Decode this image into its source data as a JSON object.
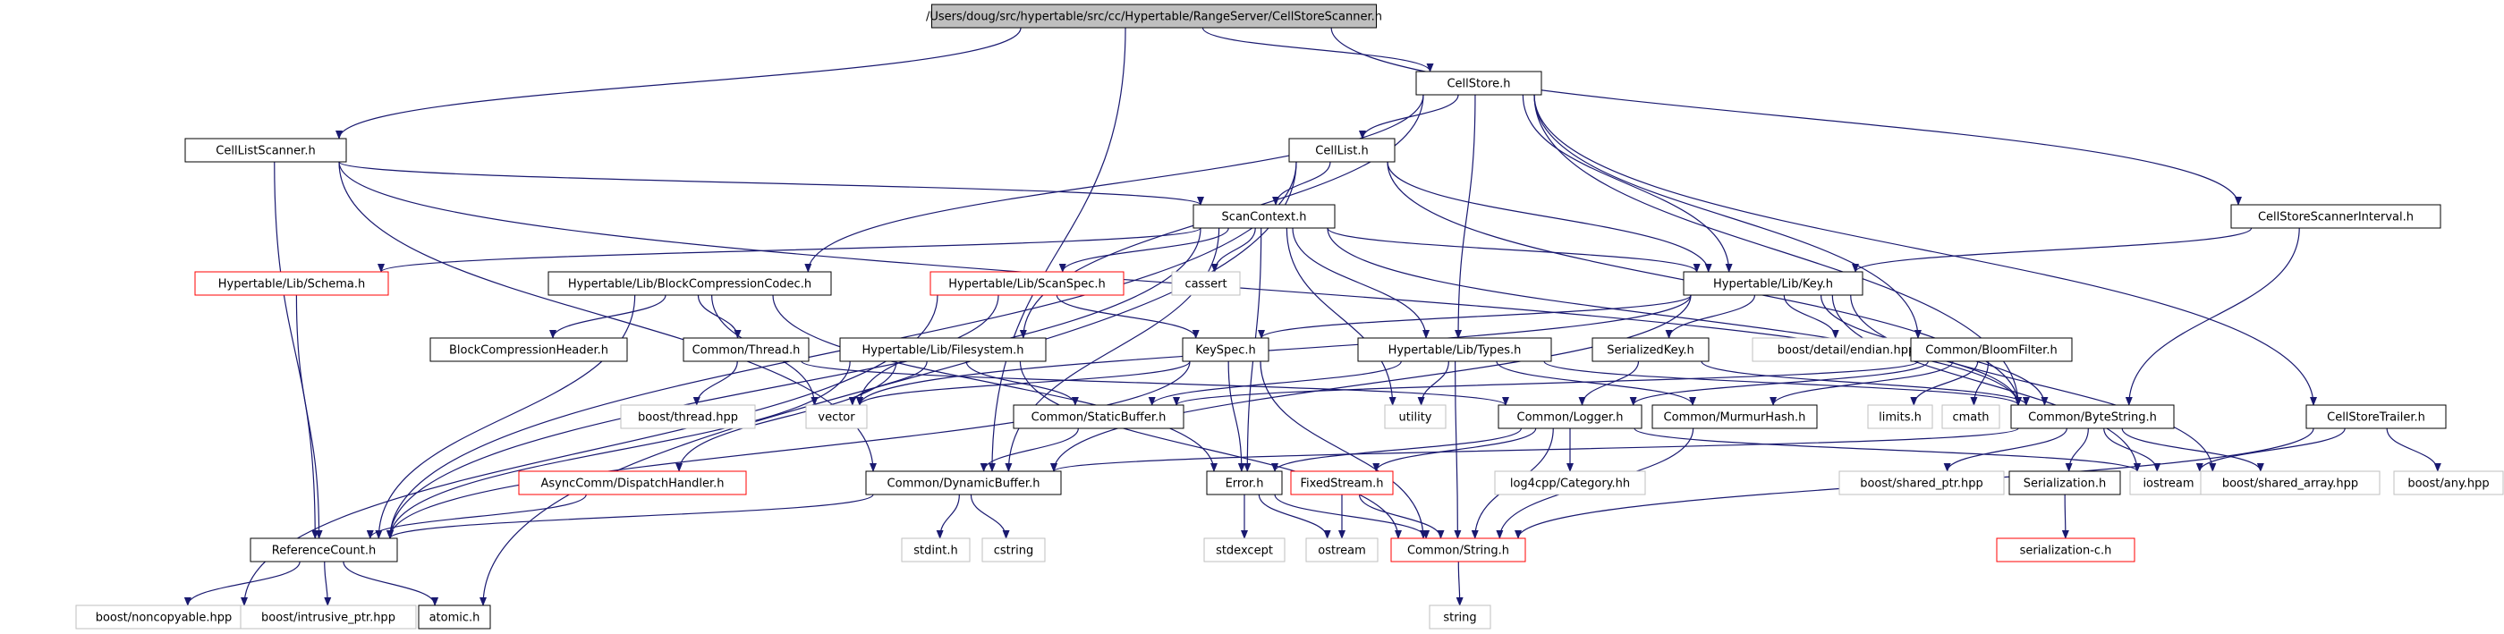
{
  "graph": {
    "colors": {
      "root_fill": "#bfbfbf",
      "normal_border": "#000000",
      "external_border": "#bfbfbf",
      "missing_border": "#ff0000",
      "edge": "#191970",
      "text": "#000000"
    },
    "nodes": [
      {
        "id": "root",
        "label": "/Users/doug/src/hypertable/src/cc/Hypertable/RangeServer/CellStoreScanner.h",
        "kind": "root"
      },
      {
        "id": "cellstore",
        "label": "CellStore.h",
        "kind": "normal"
      },
      {
        "id": "celllistscanner",
        "label": "CellListScanner.h",
        "kind": "normal"
      },
      {
        "id": "celllist",
        "label": "CellList.h",
        "kind": "normal"
      },
      {
        "id": "scancontext",
        "label": "ScanContext.h",
        "kind": "normal"
      },
      {
        "id": "cellstorescannerinterval",
        "label": "CellStoreScannerInterval.h",
        "kind": "normal"
      },
      {
        "id": "schema",
        "label": "Hypertable/Lib/Schema.h",
        "kind": "missing"
      },
      {
        "id": "blockcodec",
        "label": "Hypertable/Lib/BlockCompressionCodec.h",
        "kind": "normal"
      },
      {
        "id": "scanspec",
        "label": "Hypertable/Lib/ScanSpec.h",
        "kind": "missing"
      },
      {
        "id": "cassert",
        "label": "cassert",
        "kind": "external"
      },
      {
        "id": "key",
        "label": "Hypertable/Lib/Key.h",
        "kind": "normal"
      },
      {
        "id": "blockheader",
        "label": "BlockCompressionHeader.h",
        "kind": "normal"
      },
      {
        "id": "thread",
        "label": "Common/Thread.h",
        "kind": "normal"
      },
      {
        "id": "filesystem",
        "label": "Hypertable/Lib/Filesystem.h",
        "kind": "normal"
      },
      {
        "id": "keyspec",
        "label": "KeySpec.h",
        "kind": "normal"
      },
      {
        "id": "types",
        "label": "Hypertable/Lib/Types.h",
        "kind": "normal"
      },
      {
        "id": "serializedkey",
        "label": "SerializedKey.h",
        "kind": "normal"
      },
      {
        "id": "endian",
        "label": "boost/detail/endian.hpp",
        "kind": "external"
      },
      {
        "id": "bloomfilter",
        "label": "Common/BloomFilter.h",
        "kind": "normal"
      },
      {
        "id": "boostthread",
        "label": "boost/thread.hpp",
        "kind": "external"
      },
      {
        "id": "vector",
        "label": "vector",
        "kind": "external"
      },
      {
        "id": "staticbuffer",
        "label": "Common/StaticBuffer.h",
        "kind": "normal"
      },
      {
        "id": "utility",
        "label": "utility",
        "kind": "external"
      },
      {
        "id": "logger",
        "label": "Common/Logger.h",
        "kind": "normal"
      },
      {
        "id": "murmur",
        "label": "Common/MurmurHash.h",
        "kind": "normal"
      },
      {
        "id": "limits",
        "label": "limits.h",
        "kind": "external"
      },
      {
        "id": "cmath",
        "label": "cmath",
        "kind": "external"
      },
      {
        "id": "bytestring",
        "label": "Common/ByteString.h",
        "kind": "normal"
      },
      {
        "id": "cellstoretrailer",
        "label": "CellStoreTrailer.h",
        "kind": "normal"
      },
      {
        "id": "dispatchhandler",
        "label": "AsyncComm/DispatchHandler.h",
        "kind": "missing"
      },
      {
        "id": "dynamicbuffer",
        "label": "Common/DynamicBuffer.h",
        "kind": "normal"
      },
      {
        "id": "error",
        "label": "Error.h",
        "kind": "normal"
      },
      {
        "id": "fixedstream",
        "label": "FixedStream.h",
        "kind": "missing"
      },
      {
        "id": "log4cpp",
        "label": "log4cpp/Category.hh",
        "kind": "external"
      },
      {
        "id": "iostream",
        "label": "iostream",
        "kind": "external"
      },
      {
        "id": "sharedptr",
        "label": "boost/shared_ptr.hpp",
        "kind": "external"
      },
      {
        "id": "serialization",
        "label": "Serialization.h",
        "kind": "normal"
      },
      {
        "id": "sharedarray",
        "label": "boost/shared_array.hpp",
        "kind": "external"
      },
      {
        "id": "boostany",
        "label": "boost/any.hpp",
        "kind": "external"
      },
      {
        "id": "refcount",
        "label": "ReferenceCount.h",
        "kind": "normal"
      },
      {
        "id": "stdint",
        "label": "stdint.h",
        "kind": "external"
      },
      {
        "id": "cstring",
        "label": "cstring",
        "kind": "external"
      },
      {
        "id": "stdexcept",
        "label": "stdexcept",
        "kind": "external"
      },
      {
        "id": "ostream",
        "label": "ostream",
        "kind": "external"
      },
      {
        "id": "commonstring",
        "label": "Common/String.h",
        "kind": "missing"
      },
      {
        "id": "serializationc",
        "label": "serialization-c.h",
        "kind": "missing"
      },
      {
        "id": "noncopyable",
        "label": "boost/noncopyable.hpp",
        "kind": "external"
      },
      {
        "id": "intrusive",
        "label": "boost/intrusive_ptr.hpp",
        "kind": "external"
      },
      {
        "id": "atomic",
        "label": "atomic.h",
        "kind": "normal"
      },
      {
        "id": "string",
        "label": "string",
        "kind": "external"
      }
    ],
    "edges": [
      [
        "root",
        "cellstore"
      ],
      [
        "root",
        "celllistscanner"
      ],
      [
        "root",
        "cellstorescannerinterval"
      ],
      [
        "root",
        "dynamicbuffer"
      ],
      [
        "cellstore",
        "celllist"
      ],
      [
        "cellstore",
        "blockcodec"
      ],
      [
        "cellstore",
        "filesystem"
      ],
      [
        "cellstore",
        "types"
      ],
      [
        "cellstore",
        "bloomfilter"
      ],
      [
        "cellstore",
        "bytestring"
      ],
      [
        "cellstore",
        "cellstoretrailer"
      ],
      [
        "cellstore",
        "key"
      ],
      [
        "celllistscanner",
        "scancontext"
      ],
      [
        "celllistscanner",
        "refcount"
      ],
      [
        "celllistscanner",
        "dynamicbuffer"
      ],
      [
        "celllistscanner",
        "bytestring"
      ],
      [
        "celllist",
        "scancontext"
      ],
      [
        "celllist",
        "key"
      ],
      [
        "celllist",
        "refcount"
      ],
      [
        "celllist",
        "bytestring"
      ],
      [
        "celllist",
        "atomic"
      ],
      [
        "scancontext",
        "schema"
      ],
      [
        "scancontext",
        "scanspec"
      ],
      [
        "scancontext",
        "cassert"
      ],
      [
        "scancontext",
        "key"
      ],
      [
        "scancontext",
        "types"
      ],
      [
        "scancontext",
        "error"
      ],
      [
        "scancontext",
        "utility"
      ],
      [
        "scancontext",
        "refcount"
      ],
      [
        "scancontext",
        "bytestring"
      ],
      [
        "scancontext",
        "dynamicbuffer"
      ],
      [
        "cellstorescannerinterval",
        "key"
      ],
      [
        "cellstorescannerinterval",
        "bytestring"
      ],
      [
        "schema",
        "refcount"
      ],
      [
        "blockcodec",
        "blockheader"
      ],
      [
        "blockcodec",
        "thread"
      ],
      [
        "blockcodec",
        "vector"
      ],
      [
        "blockcodec",
        "refcount"
      ],
      [
        "blockcodec",
        "error"
      ],
      [
        "scanspec",
        "keyspec"
      ],
      [
        "scanspec",
        "vector"
      ],
      [
        "scanspec",
        "noncopyable"
      ],
      [
        "key",
        "keyspec"
      ],
      [
        "key",
        "serializedkey"
      ],
      [
        "key",
        "endian"
      ],
      [
        "key",
        "bytestring"
      ],
      [
        "key",
        "iostream"
      ],
      [
        "key",
        "sharedarray"
      ],
      [
        "key",
        "vector"
      ],
      [
        "key",
        "dynamicbuffer"
      ],
      [
        "thread",
        "boostthread"
      ],
      [
        "thread",
        "logger"
      ],
      [
        "filesystem",
        "vector"
      ],
      [
        "filesystem",
        "staticbuffer"
      ],
      [
        "filesystem",
        "dispatchhandler"
      ],
      [
        "filesystem",
        "refcount"
      ],
      [
        "filesystem",
        "commonstring"
      ],
      [
        "keyspec",
        "vector"
      ],
      [
        "keyspec",
        "error"
      ],
      [
        "keyspec",
        "commonstring"
      ],
      [
        "keyspec",
        "refcount"
      ],
      [
        "types",
        "utility"
      ],
      [
        "types",
        "murmur"
      ],
      [
        "types",
        "commonstring"
      ],
      [
        "types",
        "bytestring"
      ],
      [
        "types",
        "staticbuffer"
      ],
      [
        "serializedkey",
        "logger"
      ],
      [
        "serializedkey",
        "bytestring"
      ],
      [
        "bloomfilter",
        "logger"
      ],
      [
        "bloomfilter",
        "murmur"
      ],
      [
        "bloomfilter",
        "limits"
      ],
      [
        "bloomfilter",
        "cmath"
      ],
      [
        "bloomfilter",
        "staticbuffer"
      ],
      [
        "staticbuffer",
        "dynamicbuffer"
      ],
      [
        "logger",
        "error"
      ],
      [
        "logger",
        "fixedstream"
      ],
      [
        "logger",
        "log4cpp"
      ],
      [
        "logger",
        "iostream"
      ],
      [
        "logger",
        "commonstring"
      ],
      [
        "murmur",
        "commonstring"
      ],
      [
        "bytestring",
        "dynamicbuffer"
      ],
      [
        "bytestring",
        "sharedptr"
      ],
      [
        "bytestring",
        "serialization"
      ],
      [
        "bytestring",
        "iostream"
      ],
      [
        "bytestring",
        "sharedarray"
      ],
      [
        "cellstoretrailer",
        "iostream"
      ],
      [
        "cellstoretrailer",
        "boostany"
      ],
      [
        "cellstoretrailer",
        "commonstring"
      ],
      [
        "dispatchhandler",
        "refcount"
      ],
      [
        "dynamicbuffer",
        "stdint"
      ],
      [
        "dynamicbuffer",
        "cstring"
      ],
      [
        "dynamicbuffer",
        "refcount"
      ],
      [
        "error",
        "stdexcept"
      ],
      [
        "error",
        "ostream"
      ],
      [
        "error",
        "commonstring"
      ],
      [
        "fixedstream",
        "ostream"
      ],
      [
        "fixedstream",
        "commonstring"
      ],
      [
        "serialization",
        "serializationc"
      ],
      [
        "refcount",
        "noncopyable"
      ],
      [
        "refcount",
        "intrusive"
      ],
      [
        "refcount",
        "atomic"
      ],
      [
        "commonstring",
        "string"
      ]
    ]
  }
}
